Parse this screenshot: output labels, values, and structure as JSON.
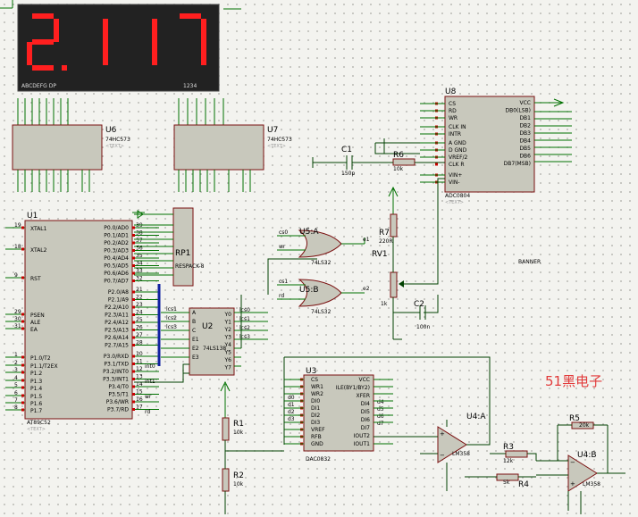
{
  "display": {
    "digits": "2117",
    "seg_labels": "ABCDEFG DP",
    "dig_labels": "1234"
  },
  "components": {
    "U1": {
      "ref": "U1",
      "part": "AT89C52",
      "text": "<TEXT>",
      "left_pins": [
        "XTAL1",
        "XTAL2",
        "RST",
        "PSEN",
        "ALE",
        "EA",
        "P1.0/T2",
        "P1.1/T2EX",
        "P1.2",
        "P1.3",
        "P1.4",
        "P1.5",
        "P1.6",
        "P1.7"
      ],
      "left_nums": [
        "19",
        "18",
        "9",
        "29",
        "30",
        "31",
        "1",
        "2",
        "3",
        "4",
        "5",
        "6",
        "7",
        "8"
      ],
      "right_pins": [
        "P0.0/AD0",
        "P0.1/AD1",
        "P0.2/AD2",
        "P0.3/AD3",
        "P0.4/AD4",
        "P0.5/AD5",
        "P0.6/AD6",
        "P0.7/AD7",
        "P2.0/A8",
        "P2.1/A9",
        "P2.2/A10",
        "P2.3/A11",
        "P2.4/A12",
        "P2.5/A13",
        "P2.6/A14",
        "P2.7/A15",
        "P3.0/RXD",
        "P3.1/TXD",
        "P3.2/INT0",
        "P3.3/INT1",
        "P3.4/T0",
        "P3.5/T1",
        "P3.6/WR",
        "P3.7/RD"
      ],
      "right_nums": [
        "39",
        "38",
        "37",
        "36",
        "35",
        "34",
        "33",
        "32",
        "21",
        "22",
        "23",
        "24",
        "25",
        "26",
        "27",
        "28",
        "10",
        "11",
        "12",
        "13",
        "14",
        "15",
        "16",
        "17"
      ]
    },
    "U6": {
      "ref": "U6",
      "part": "74HC573",
      "text": "<TEXT>"
    },
    "U7": {
      "ref": "U7",
      "part": "74HC573",
      "text": "<TEXT>"
    },
    "U8": {
      "ref": "U8",
      "part": "ADC0804",
      "text": "<TEXT>",
      "left_pins": [
        "CS",
        "RD",
        "WR",
        "CLK IN",
        "INTR",
        "A GND",
        "D GND",
        "VREF/2",
        "CLK R",
        "VIN+",
        "VIN-"
      ],
      "right_pins": [
        "VCC",
        "DB0(LSB)",
        "DB1",
        "DB2",
        "DB3",
        "DB4",
        "DB5",
        "DB6",
        "DB7(MSB)"
      ]
    },
    "U2": {
      "ref": "U2",
      "part": "74LS138",
      "text": "<TEXT>",
      "left_pins": [
        "A",
        "B",
        "C",
        "E1",
        "E2",
        "E3"
      ],
      "right_pins": [
        "Y0",
        "Y1",
        "Y2",
        "Y3",
        "Y4",
        "Y5",
        "Y6",
        "Y7"
      ]
    },
    "U3": {
      "ref": "U3",
      "part": "DAC0832",
      "text": "<TEXT>",
      "left_pins": [
        "CS",
        "WR1",
        "WR2",
        "DI0",
        "DI1",
        "DI2",
        "DI3",
        "VREF",
        "RFB",
        "GND"
      ],
      "right_pins": [
        "VCC",
        "ILE(BY1/BY2)",
        "XFER",
        "DI4",
        "DI5",
        "DI6",
        "DI7",
        "IOUT2",
        "IOUT1"
      ]
    },
    "U5A": {
      "ref": "U5:A",
      "part": "74LS32"
    },
    "U5B": {
      "ref": "U5:B",
      "part": "74LS32"
    },
    "U4A": {
      "ref": "U4:A",
      "part": "LM358"
    },
    "U4B": {
      "ref": "U4:B",
      "part": "LM358"
    },
    "RP1": {
      "ref": "RP1",
      "part": "RESPACK-8"
    },
    "C1": {
      "ref": "C1",
      "value": "150p"
    },
    "C2": {
      "ref": "C2",
      "value": "100n"
    },
    "R1": {
      "ref": "R1",
      "value": "10k"
    },
    "R2": {
      "ref": "R2",
      "value": "10k"
    },
    "R3": {
      "ref": "R3",
      "value": "12k"
    },
    "R4": {
      "ref": "R4",
      "value": "5k"
    },
    "R5": {
      "ref": "R5",
      "value": "20k"
    },
    "R6": {
      "ref": "R6",
      "value": "10k"
    },
    "R7": {
      "ref": "R7",
      "value": "220R"
    },
    "RV1": {
      "ref": "RV1",
      "value": "1k"
    }
  },
  "net_labels": {
    "banner": "BANNER",
    "p3_nets": [
      "int0",
      "int1",
      "wr",
      "rd"
    ],
    "u2_outs": [
      "lcs0",
      "lcs1",
      "lcs2",
      "lcs3"
    ],
    "u2_ins": [
      "lcs1",
      "lcs2",
      "lcs3"
    ],
    "gate_in": [
      "cs0",
      "wr",
      "cs1",
      "rd"
    ],
    "gate_out": [
      "e1",
      "e2"
    ],
    "u3_right": [
      "d4",
      "d5",
      "d6",
      "d7"
    ],
    "u3_left": [
      "d0",
      "d1",
      "d2",
      "d3"
    ]
  },
  "watermark": "51黑电子",
  "colors": {
    "display_bg": "#1a1a1a",
    "segment": "#ff1f1f",
    "body": "#c8c8bc",
    "wire": "#004000",
    "pin": "#c80000",
    "watermark": "#e23b3b"
  }
}
